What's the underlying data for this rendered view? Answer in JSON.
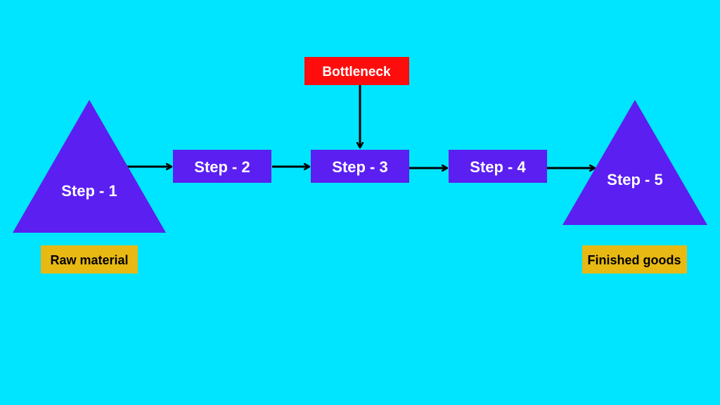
{
  "colors": {
    "background": "#00e5ff",
    "step_fill": "#5b1ff2",
    "bottleneck_fill": "#ff0d0d",
    "tag_fill": "#e8b913",
    "arrow": "#000000",
    "step_text": "#ffffff",
    "tag_text": "#000000"
  },
  "diagram": {
    "steps": [
      {
        "label": "Step - 1",
        "shape": "triangle"
      },
      {
        "label": "Step - 2",
        "shape": "rectangle"
      },
      {
        "label": "Step - 3",
        "shape": "rectangle"
      },
      {
        "label": "Step - 4",
        "shape": "rectangle"
      },
      {
        "label": "Step - 5",
        "shape": "triangle"
      }
    ],
    "bottleneck": {
      "label": "Bottleneck",
      "points_to_step": 3
    },
    "start_tag": {
      "label": "Raw material"
    },
    "end_tag": {
      "label": "Finished goods"
    }
  }
}
